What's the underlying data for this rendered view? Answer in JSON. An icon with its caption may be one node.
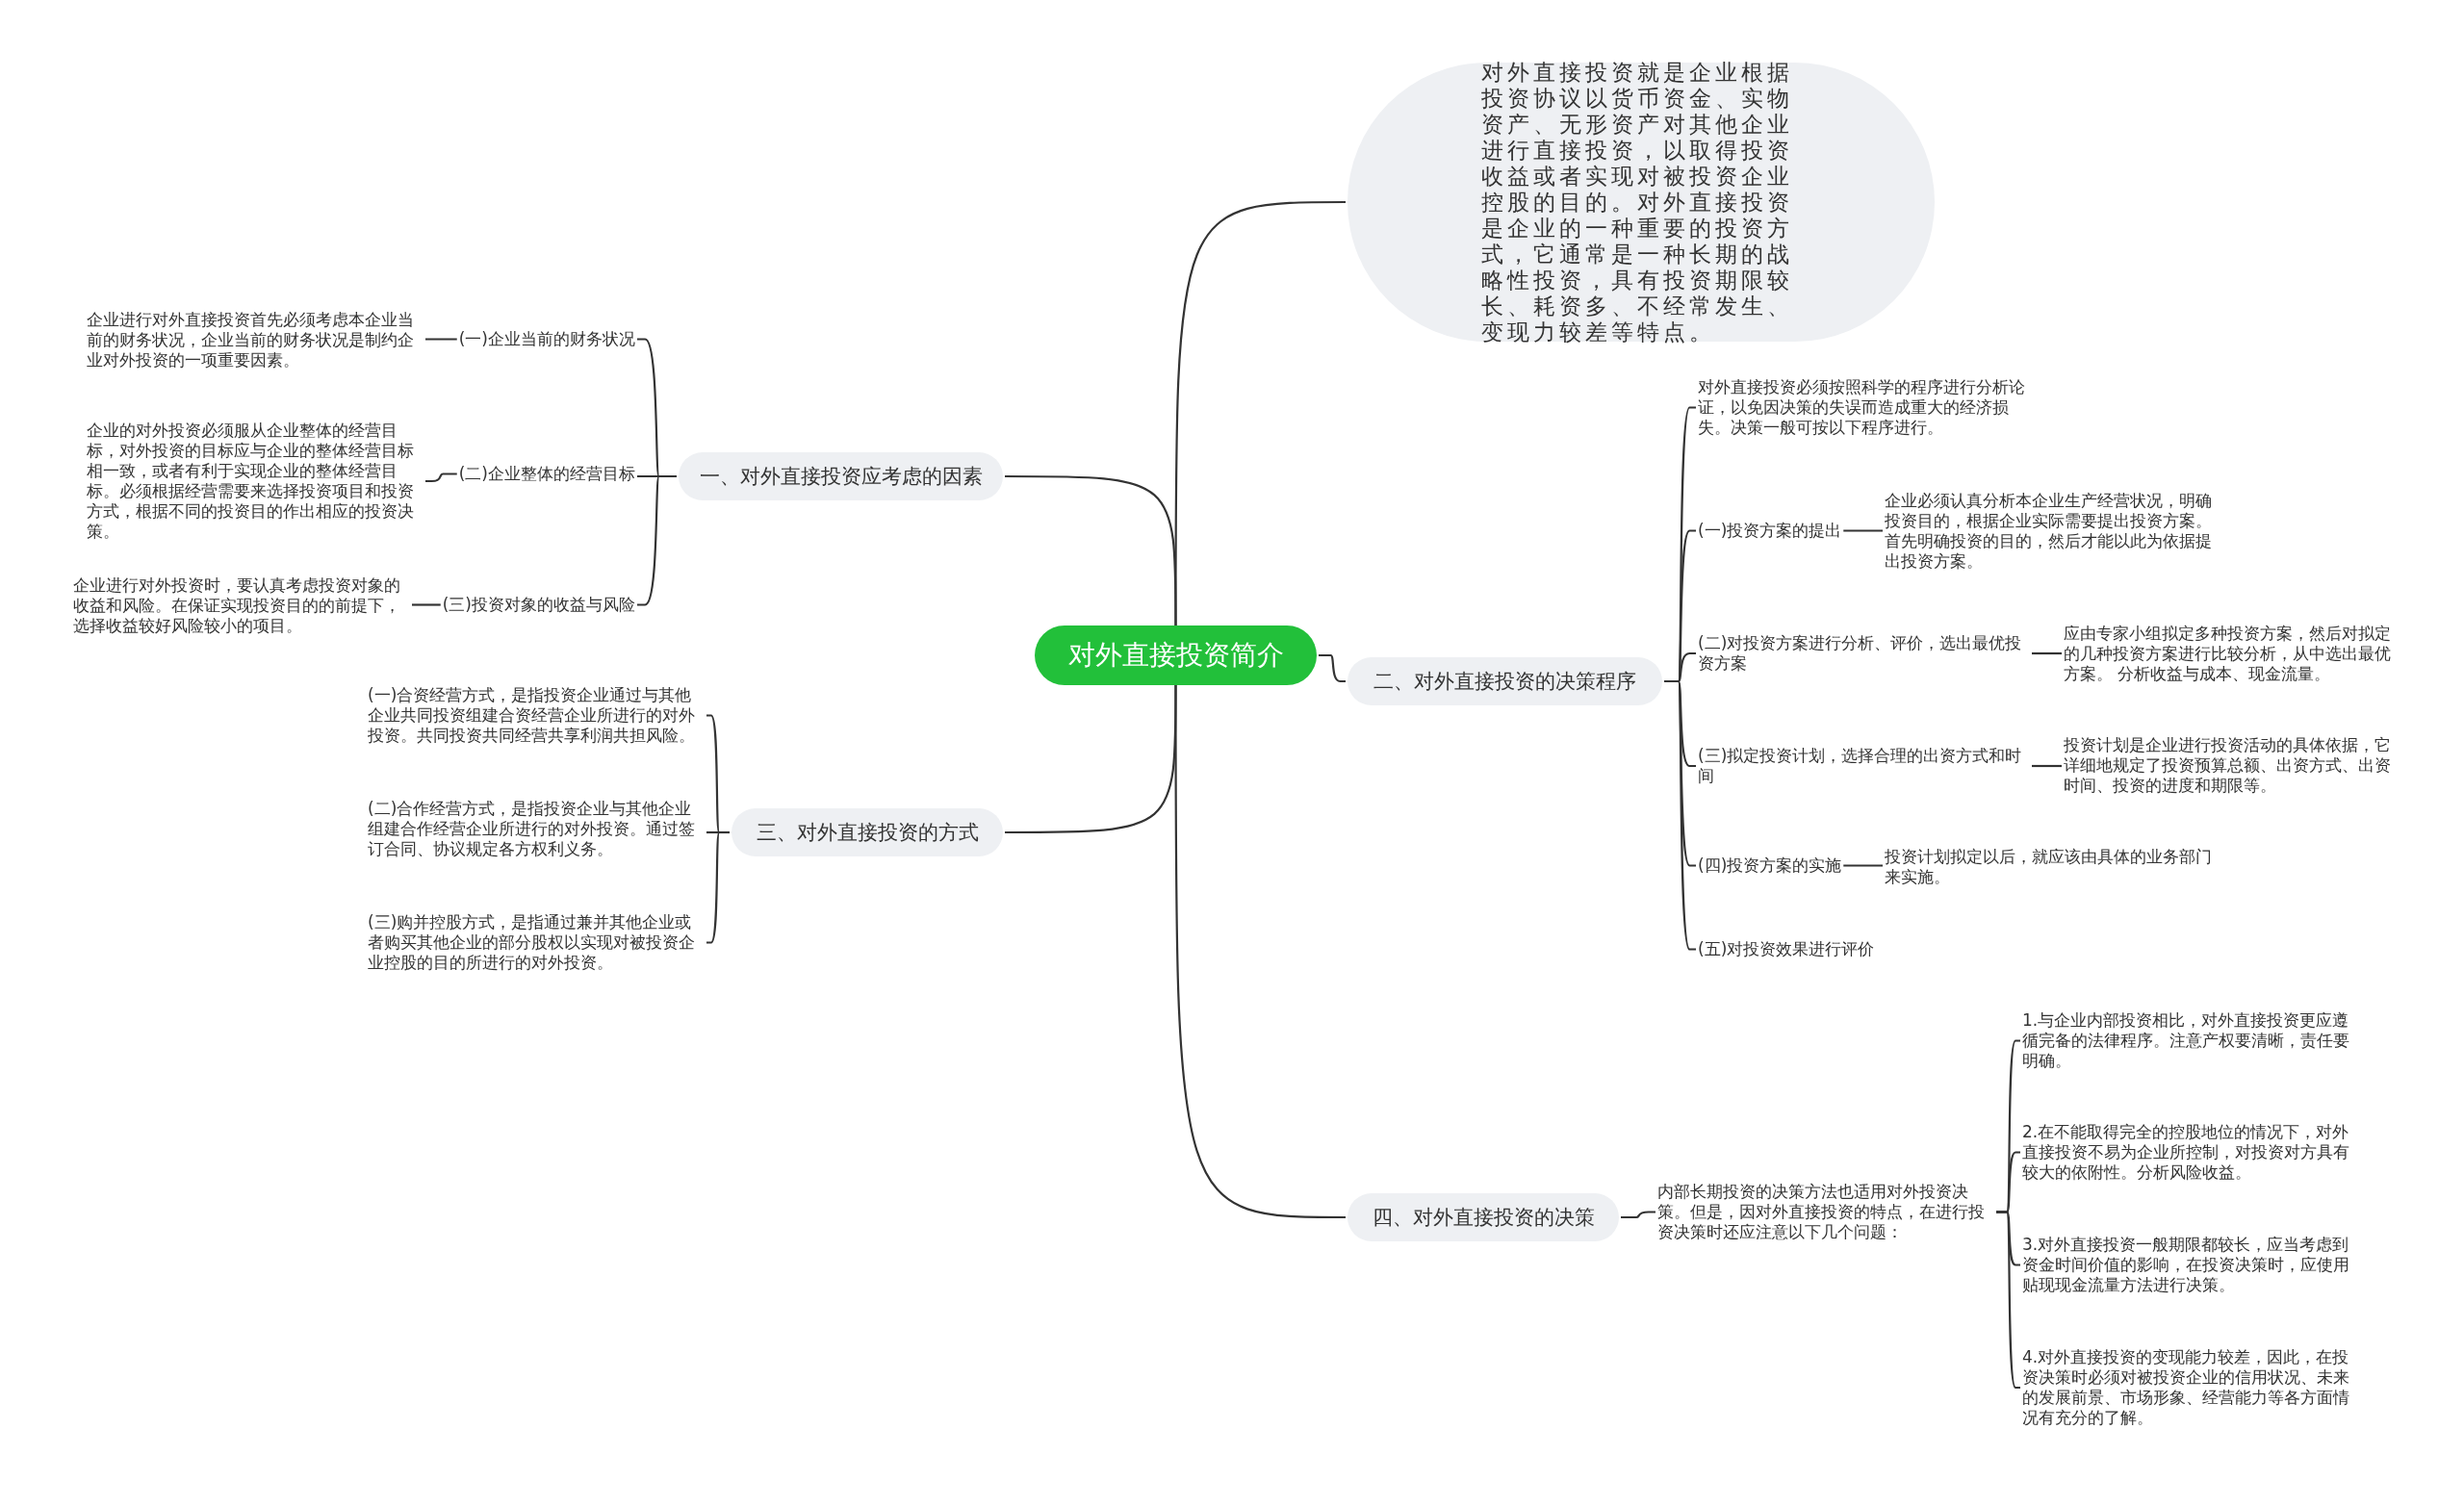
{
  "diagram": {
    "nodes": [
      {
        "text": [
          "对外直接投资简介"
        ]
      },
      {
        "text": [
          "对外直接投资就是企业根据投资协议以货币资金、实物资产、无形资产对其他企业进行直接投资，以取得投资收益或者实现对被投资企业控股的目的。对外直接投资是企业的一种重要的投资方式，它通常是一种长期的战略性投资，具有投资期限较长、耗资多、不经常发生、变现力较差等特点。"
        ]
      },
      {
        "text": [
          "一、对外直接投资应考虑的因素"
        ]
      },
      {
        "text": [
          "(一)企业当前的财务状况"
        ]
      },
      {
        "text": [
          "企业进行对外直接投资首先必须考虑本企业当前的财务状况，企业当前的财务状况是制约企业对外投资的一项重要因素。"
        ]
      },
      {
        "text": [
          "(二)企业整体的经营目标"
        ]
      },
      {
        "text": [
          "企业的对外投资必须服从企业整体的经营目标，对外投资的目标应与企业的整体经营目标相一致，或者有利于实现企业的整体经营目标。必须根据经营需要来选择投资项目和投资方式，根据不同的投资目的作出相应的投资决策。"
        ]
      },
      {
        "text": [
          "(三)投资对象的收益与风险"
        ]
      },
      {
        "text": [
          "企业进行对外投资时，要认真考虑投资对象的收益和风险。在保证实现投资目的的前提下，选择收益较好风险较小的项目。"
        ]
      },
      {
        "text": [
          "二、对外直接投资的决策程序"
        ]
      },
      {
        "text": [
          "对外直接投资必须按照科学的程序进行分析论证，以免因决策的失误而造成重大的经济损失。决策一般可按以下程序进行。"
        ]
      },
      {
        "text": [
          "(一)投资方案的提出"
        ]
      },
      {
        "text": [
          "企业必须认真分析本企业生产经营状况，明确投资目的，根据企业实际需要提出投资方案。首先明确投资的目的，然后才能以此为依据提出投资方案。"
        ]
      },
      {
        "text": [
          "(二)对投资方案进行分析、评价，选出最优投资方案"
        ]
      },
      {
        "text": [
          "应由专家小组拟定多种投资方案，然后对拟定的几种投资方案进行比较分析，从中选出最优方案。 分析收益与成本、现金流量。"
        ]
      },
      {
        "text": [
          "(三)拟定投资计划，选择合理的出资方式和时间"
        ]
      },
      {
        "text": [
          "投资计划是企业进行投资活动的具体依据，它详细地规定了投资预算总额、出资方式、出资时间、投资的进度和期限等。"
        ]
      },
      {
        "text": [
          "(四)投资方案的实施"
        ]
      },
      {
        "text": [
          "投资计划拟定以后，就应该由具体的业务部门来实施。"
        ]
      },
      {
        "text": [
          "(五)对投资效果进行评价"
        ]
      },
      {
        "text": [
          "三、对外直接投资的方式"
        ]
      },
      {
        "text": [
          "(一)合资经营方式，是指投资企业通过与其他企业共同投资组建合资经营企业所进行的对外投资。共同投资共同经营共享利润共担风险。"
        ]
      },
      {
        "text": [
          "(二)合作经营方式，是指投资企业与其他企业组建合作经营企业所进行的对外投资。通过签订合同、协议规定各方权利义务。"
        ]
      },
      {
        "text": [
          "(三)购并控股方式，是指通过兼并其他企业或者购买其他企业的部分股权以实现对被投资企业控股的目的所进行的对外投资。"
        ]
      },
      {
        "text": [
          "四、对外直接投资的决策"
        ]
      },
      {
        "text": [
          "内部长期投资的决策方法也适用对外投资决策。但是，因对外直接投资的特点，在进行投资决策时还应注意以下几个问题："
        ]
      },
      {
        "text": [
          "1.与企业内部投资相比，对外直接投资更应遵循完备的法律程序。注意产权要清晰，责任要明确。"
        ]
      },
      {
        "text": [
          "2.在不能取得完全的控股地位的情况下，对外直接投资不易为企业所控制，对投资对方具有较大的依附性。分析风险收益。"
        ]
      },
      {
        "text": [
          "3.对外直接投资一般期限都较长，应当考虑到资金时间价值的影响，在投资决策时，应使用贴现现金流量方法进行决策。"
        ]
      },
      {
        "text": [
          "4.对外直接投资的变现能力较差，因此，在投资决策时必须对被投资企业的信用状况、未来的发展前景、市场形象、经营能力等各方面情况有充分的了解。"
        ]
      }
    ],
    "edges": [
      {
        "from": 0,
        "to": 1,
        "arrow": "none"
      },
      {
        "from": 0,
        "to": 2,
        "arrow": "none"
      },
      {
        "from": 2,
        "to": 3,
        "arrow": "none"
      },
      {
        "from": 3,
        "to": 4,
        "arrow": "none"
      },
      {
        "from": 2,
        "to": 5,
        "arrow": "none"
      },
      {
        "from": 5,
        "to": 6,
        "arrow": "none"
      },
      {
        "from": 2,
        "to": 7,
        "arrow": "none"
      },
      {
        "from": 7,
        "to": 8,
        "arrow": "none"
      },
      {
        "from": 0,
        "to": 9,
        "arrow": "none"
      },
      {
        "from": 9,
        "to": 10,
        "arrow": "none"
      },
      {
        "from": 9,
        "to": 11,
        "arrow": "none"
      },
      {
        "from": 11,
        "to": 12,
        "arrow": "none"
      },
      {
        "from": 9,
        "to": 13,
        "arrow": "none"
      },
      {
        "from": 13,
        "to": 14,
        "arrow": "none"
      },
      {
        "from": 9,
        "to": 15,
        "arrow": "none"
      },
      {
        "from": 15,
        "to": 16,
        "arrow": "none"
      },
      {
        "from": 9,
        "to": 17,
        "arrow": "none"
      },
      {
        "from": 17,
        "to": 18,
        "arrow": "none"
      },
      {
        "from": 9,
        "to": 19,
        "arrow": "none"
      },
      {
        "from": 0,
        "to": 20,
        "arrow": "none"
      },
      {
        "from": 20,
        "to": 21,
        "arrow": "none"
      },
      {
        "from": 20,
        "to": 22,
        "arrow": "none"
      },
      {
        "from": 20,
        "to": 23,
        "arrow": "none"
      },
      {
        "from": 0,
        "to": 24,
        "arrow": "none"
      },
      {
        "from": 24,
        "to": 25,
        "arrow": "none"
      },
      {
        "from": 25,
        "to": 26,
        "arrow": "none"
      },
      {
        "from": 25,
        "to": 27,
        "arrow": "none"
      },
      {
        "from": 25,
        "to": 28,
        "arrow": "none"
      },
      {
        "from": 25,
        "to": 29,
        "arrow": "none"
      }
    ]
  }
}
